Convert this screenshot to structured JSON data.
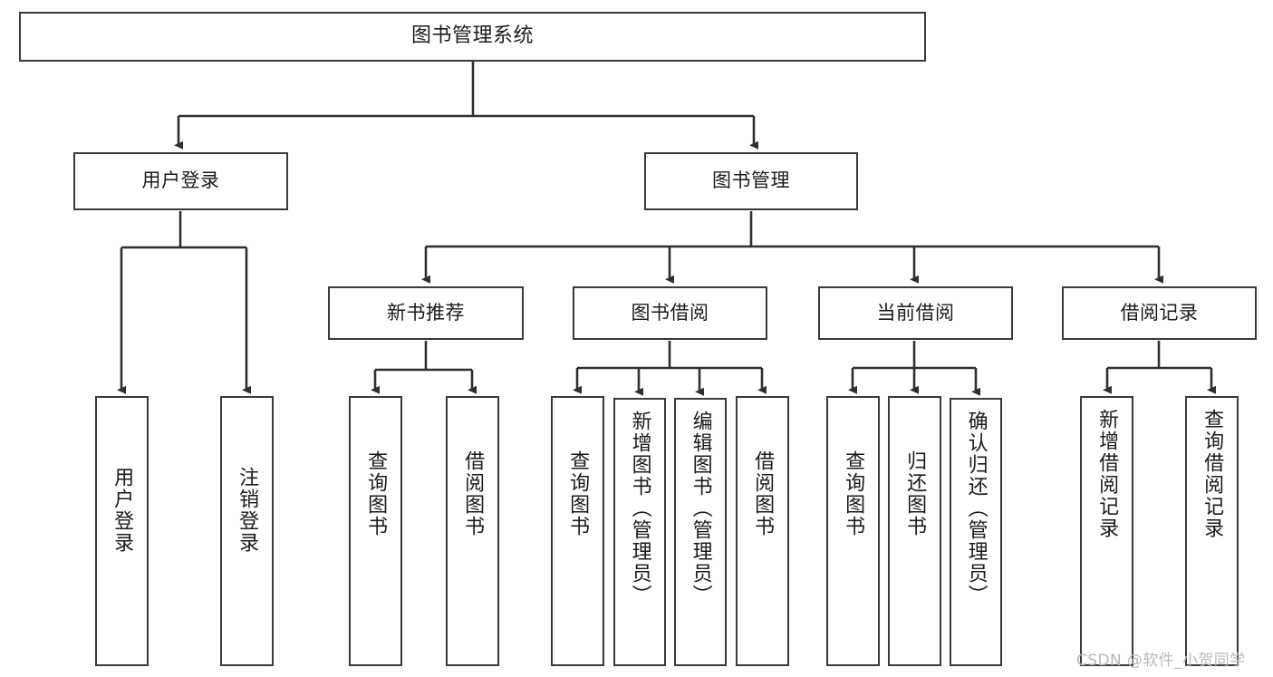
{
  "diagram": {
    "title": "图书管理系统",
    "type": "hierarchy-tree",
    "root": {
      "label": "图书管理系统"
    },
    "level2": [
      {
        "label": "用户登录"
      },
      {
        "label": "图书管理"
      }
    ],
    "level3": [
      {
        "label": "新书推荐"
      },
      {
        "label": "图书借阅"
      },
      {
        "label": "当前借阅"
      },
      {
        "label": "借阅记录"
      }
    ],
    "leaves": {
      "user_login": [
        "用户登录",
        "注销登录"
      ],
      "new_book_recommend": [
        "查询图书",
        "借阅图书"
      ],
      "book_borrow": [
        "查询图书",
        "新增图书（管理员）",
        "编辑图书（管理员）",
        "借阅图书"
      ],
      "current_borrow": [
        "查询图书",
        "归还图书",
        "确认归还（管理员）"
      ],
      "borrow_record": [
        "新增借阅记录",
        "查询借阅记录"
      ]
    }
  },
  "watermark": {
    "text": "CSDN @软件_小贺同学"
  },
  "colors": {
    "border": "#3a3a3a",
    "background": "#ffffff",
    "text": "#1b1b1b",
    "watermark": "#b9b9b9"
  }
}
